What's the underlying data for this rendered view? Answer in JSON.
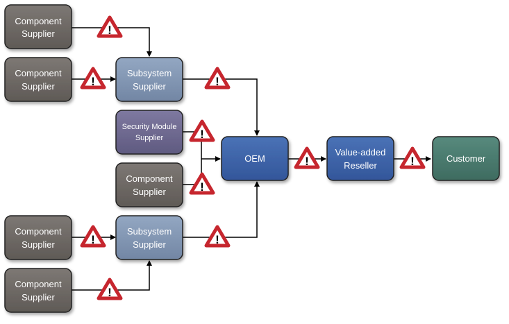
{
  "colors": {
    "component": "#6e6a66",
    "subsystem": "#8196b3",
    "security": "#6f6a8e",
    "oem": "#3d63a6",
    "reseller": "#3d63a6",
    "customer": "#4a7a6e",
    "warning_red": "#c6262e",
    "line": "#000000"
  },
  "nodes": {
    "cs1": {
      "line1": "Component",
      "line2": "Supplier"
    },
    "cs2": {
      "line1": "Component",
      "line2": "Supplier"
    },
    "sub1": {
      "line1": "Subsystem",
      "line2": "Supplier"
    },
    "sec": {
      "line1": "Security Module",
      "line2": "Supplier"
    },
    "cs3": {
      "line1": "Component",
      "line2": "Supplier"
    },
    "cs4": {
      "line1": "Component",
      "line2": "Supplier"
    },
    "sub2": {
      "line1": "Subsystem",
      "line2": "Supplier"
    },
    "cs5": {
      "line1": "Component",
      "line2": "Supplier"
    },
    "oem": {
      "line1": "OEM"
    },
    "reseller": {
      "line1": "Value-added",
      "line2": "Reseller"
    },
    "customer": {
      "line1": "Customer"
    }
  },
  "warning_glyph": "!"
}
